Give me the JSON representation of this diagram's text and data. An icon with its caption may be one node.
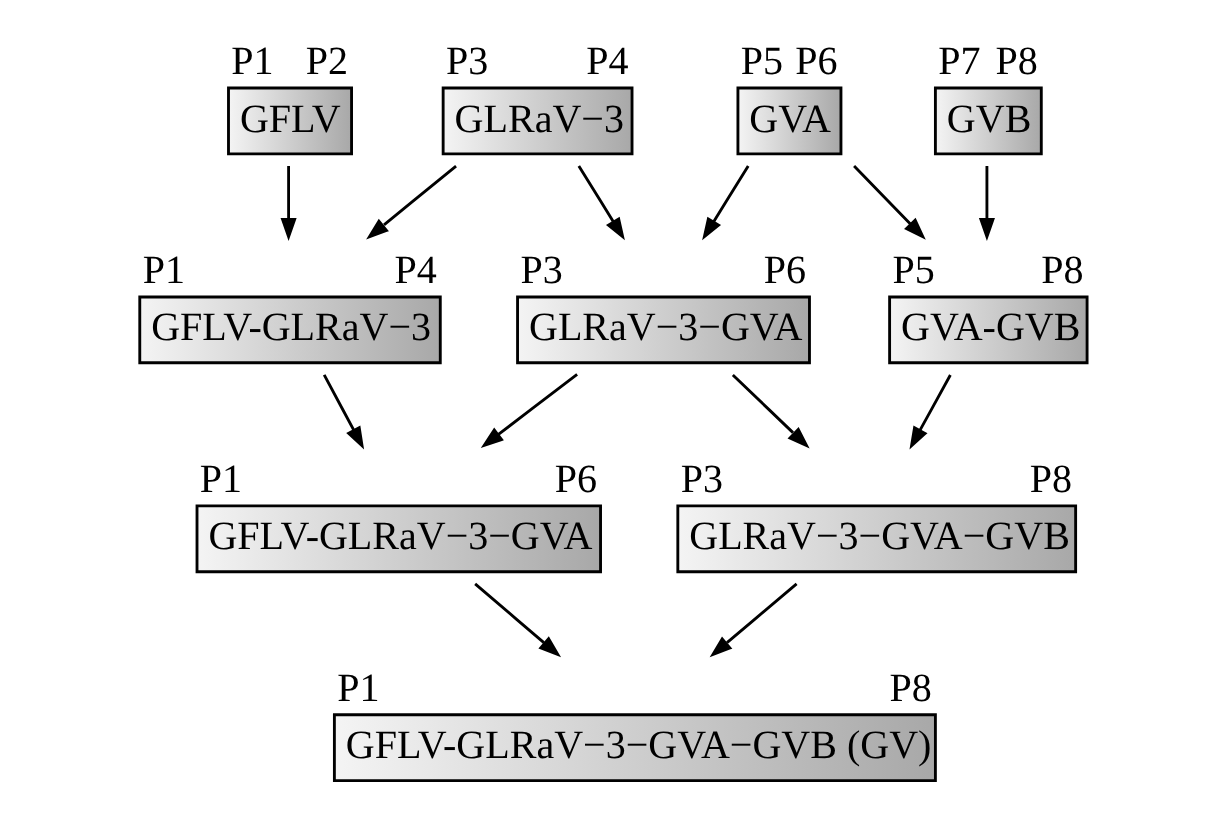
{
  "diagram": {
    "nodes": [
      {
        "text": [
          "GFLV"
        ],
        "beside": [
          "P1",
          "P2"
        ]
      },
      {
        "text": [
          "GLRaV−3"
        ],
        "beside": [
          "P3",
          "P4"
        ]
      },
      {
        "text": [
          "GVA"
        ],
        "beside": [
          "P5",
          "P6"
        ]
      },
      {
        "text": [
          "GVB"
        ],
        "beside": [
          "P7",
          "P8"
        ]
      },
      {
        "text": [
          "GFLV-GLRaV−3"
        ],
        "beside": [
          "P1",
          "P4"
        ]
      },
      {
        "text": [
          "GLRaV−3−GVA"
        ],
        "beside": [
          "P3",
          "P6"
        ]
      },
      {
        "text": [
          "GVA-GVB"
        ],
        "beside": [
          "P5",
          "P8"
        ]
      },
      {
        "text": [
          "GFLV-GLRaV−3−GVA"
        ],
        "beside": [
          "P1",
          "P6"
        ]
      },
      {
        "text": [
          "GLRaV−3−GVA−GVB"
        ],
        "beside": [
          "P3",
          "P8"
        ]
      },
      {
        "text": [
          "GFLV-GLRaV−3−GVA−GVB (GV)"
        ],
        "beside": [
          "P1",
          "P8"
        ]
      }
    ],
    "edges": [
      {
        "from": 0,
        "to": 4,
        "arrow": "to"
      },
      {
        "from": 1,
        "to": 4,
        "arrow": "to"
      },
      {
        "from": 1,
        "to": 5,
        "arrow": "to"
      },
      {
        "from": 2,
        "to": 5,
        "arrow": "to"
      },
      {
        "from": 2,
        "to": 6,
        "arrow": "to"
      },
      {
        "from": 3,
        "to": 6,
        "arrow": "to"
      },
      {
        "from": 4,
        "to": 7,
        "arrow": "to"
      },
      {
        "from": 5,
        "to": 7,
        "arrow": "to"
      },
      {
        "from": 5,
        "to": 8,
        "arrow": "to"
      },
      {
        "from": 6,
        "to": 8,
        "arrow": "to"
      },
      {
        "from": 7,
        "to": 9,
        "arrow": "to"
      },
      {
        "from": 8,
        "to": 9,
        "arrow": "to"
      }
    ]
  }
}
